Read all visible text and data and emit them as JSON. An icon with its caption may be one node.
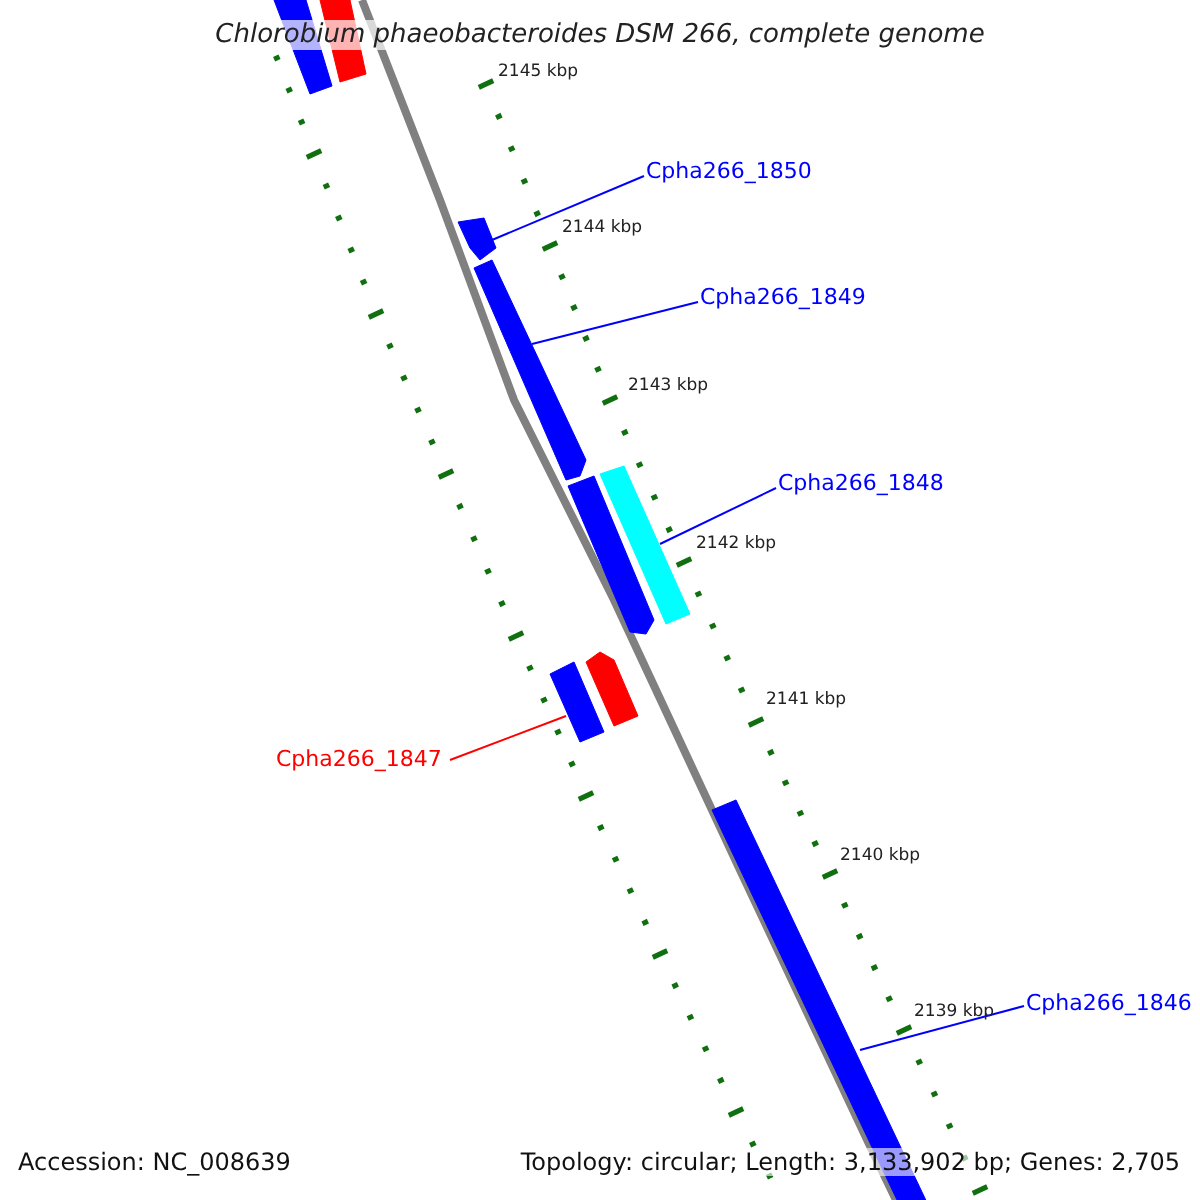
{
  "diagram": {
    "title": "Chlorobium phaeobacteroides DSM 266, complete genome",
    "nodes": [
      {
        "text": [],
        "shape": "box"
      },
      {
        "text": [],
        "shape": "box"
      },
      {
        "text": [
          "Cpha266_1850"
        ]
      },
      {
        "text": [],
        "shape": "arrow"
      },
      {
        "text": [
          "Cpha266_1849"
        ]
      },
      {
        "text": [],
        "shape": "arrow"
      },
      {
        "text": [
          "Cpha266_1848"
        ]
      },
      {
        "text": [],
        "shape": "arrow"
      },
      {
        "text": [],
        "shape": "box"
      },
      {
        "text": [],
        "shape": "box"
      },
      {
        "text": [],
        "shape": "arrow"
      },
      {
        "text": [
          "Cpha266_1847"
        ]
      },
      {
        "text": [
          "Cpha266_1846"
        ]
      },
      {
        "text": [],
        "shape": "box"
      }
    ],
    "edges": [
      {
        "from": 2,
        "to": 3,
        "arrow": "none"
      },
      {
        "from": 4,
        "to": 5,
        "arrow": "none"
      },
      {
        "from": 6,
        "to": 8,
        "arrow": "none"
      },
      {
        "from": 11,
        "to": 9,
        "arrow": "none",
        "color": "#ff0000"
      },
      {
        "from": 12,
        "to": 13,
        "arrow": "none"
      }
    ],
    "labels": [
      "2145 kbp",
      "2144 kbp",
      "2143 kbp",
      "2142 kbp",
      "2141 kbp",
      "2140 kbp",
      "2139 kbp",
      "Accession: NC_008639",
      "Topology: circular; Length: 3,133,902 bp; Genes: 2,705"
    ]
  }
}
